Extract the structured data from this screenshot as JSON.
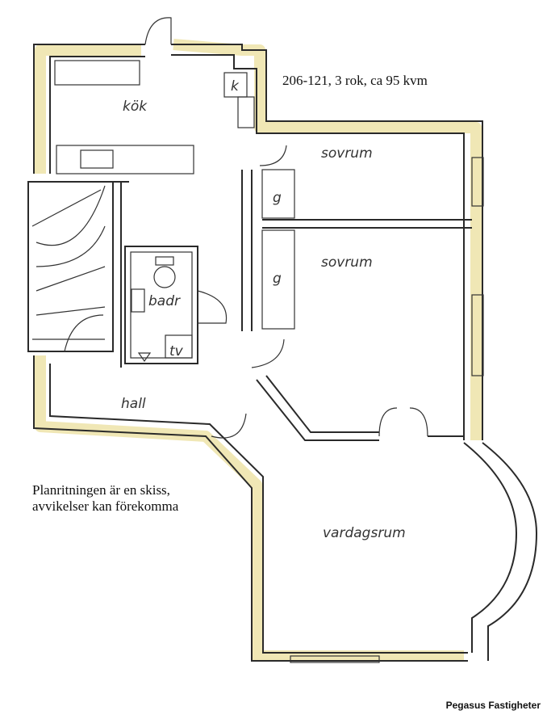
{
  "header": {
    "listing": "206-121, 3 rok, ca 95 kvm"
  },
  "rooms": {
    "kitchen": "kök",
    "bedroom1": "sovrum",
    "bedroom2": "sovrum",
    "bathroom": "badr",
    "tv": "tv",
    "hall": "hall",
    "living": "vardagsrum",
    "wardrobe1": "g",
    "wardrobe2": "g",
    "fridge": "k"
  },
  "disclaimer": {
    "line1": "Planritningen är en skiss,",
    "line2": "avvikelser kan förekomma"
  },
  "footer": {
    "brand": "Pegasus Fastigheter"
  }
}
